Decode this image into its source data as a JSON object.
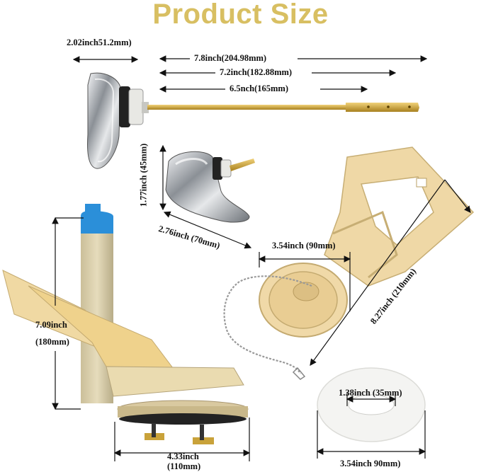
{
  "title": "Product Size",
  "labels": {
    "handle_width": "2.02inch51.2mm)",
    "total_length": "7.8inch(204.98mm)",
    "rod_length_1": "7.2inch(182.88mm)",
    "rod_length_2": "6.5nch(165mm)",
    "side_handle_height": "1.77inch (45mm)",
    "side_handle_width": "2.76inch (70mm)",
    "flapper_width": "3.54inch (90mm)",
    "frame_length": "8.27inch (210mm)",
    "valve_height_in": "7.09inch",
    "valve_height_mm": "(180mm)",
    "valve_base_in": "4.33inch",
    "valve_base_mm": "(110mm)",
    "gasket_inner": "1.38inch (35mm)",
    "gasket_outer": "3.54inch 90mm)"
  },
  "colors": {
    "title": "#d8bf62",
    "chrome": "#b9bec4",
    "brass": "#c9a23a",
    "beige_plastic": "#efd8a6",
    "blue_cap": "#2b8fd9",
    "gasket": "#f4f4f2"
  }
}
